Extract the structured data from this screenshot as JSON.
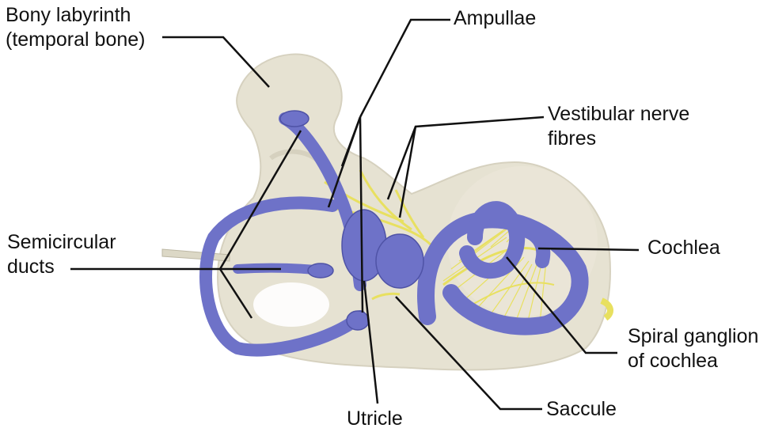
{
  "diagram": {
    "labels": {
      "bony_labyrinth": [
        "Bony labyrinth",
        "(temporal bone)"
      ],
      "ampullae": [
        "Ampullae"
      ],
      "vestibular_nerve": [
        "Vestibular nerve",
        "fibres"
      ],
      "semicircular_ducts": [
        "Semicircular",
        "ducts"
      ],
      "cochlea": [
        "Cochlea"
      ],
      "spiral_ganglion": [
        "Spiral ganglion",
        "of cochlea"
      ],
      "saccule": [
        "Saccule"
      ],
      "utricle": [
        "Utricle"
      ]
    },
    "colors": {
      "bone": "#e6e2d2",
      "bone_shadow": "#cfcab6",
      "membrane": "#6e72c8",
      "membrane_dark": "#4f53a6",
      "nerve": "#e8e060",
      "leader": "#111111"
    }
  }
}
